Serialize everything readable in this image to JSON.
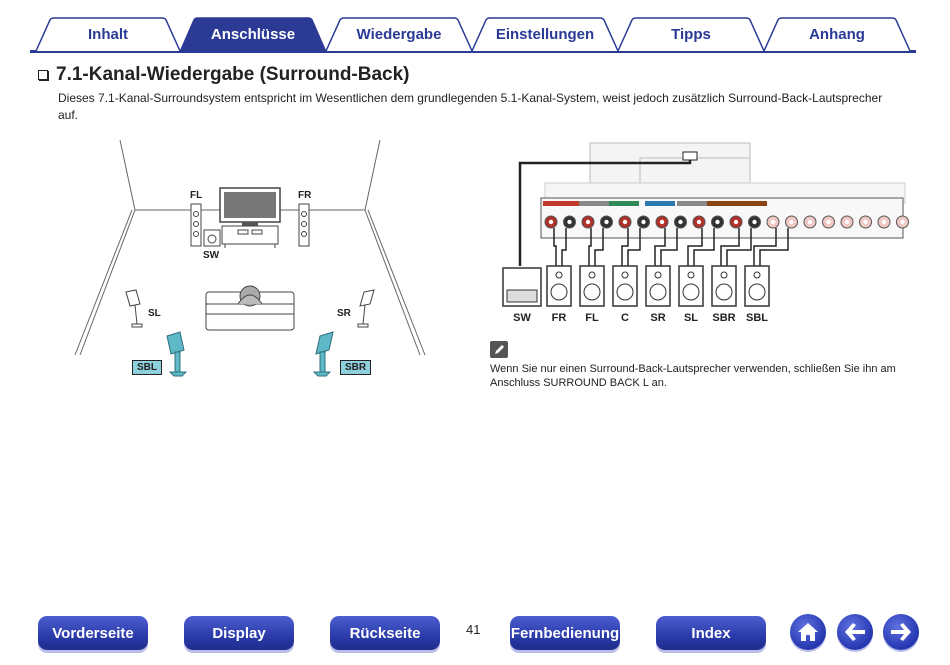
{
  "tabs": [
    {
      "label": "Inhalt",
      "active": false
    },
    {
      "label": "Anschlüsse",
      "active": true
    },
    {
      "label": "Wiedergabe",
      "active": false
    },
    {
      "label": "Einstellungen",
      "active": false
    },
    {
      "label": "Tipps",
      "active": false
    },
    {
      "label": "Anhang",
      "active": false
    }
  ],
  "section": {
    "title": "7.1-Kanal-Wiedergabe (Surround-Back)",
    "intro": "Dieses 7.1-Kanal-Surroundsystem entspricht im Wesentlichen dem grundlegenden 5.1-Kanal-System, weist jedoch zusätzlich Surround-Back-Lautsprecher auf."
  },
  "room": {
    "fl": "FL",
    "fr": "FR",
    "sw": "SW",
    "sl": "SL",
    "sr": "SR",
    "sbl": "SBL",
    "sbr": "SBR"
  },
  "wiring": {
    "labels": [
      "SW",
      "FR",
      "FL",
      "C",
      "SR",
      "SL",
      "SBR",
      "SBL"
    ]
  },
  "note": {
    "text": "Wenn Sie nur einen Surround-Back-Lautsprecher verwenden, schließen Sie ihn am Anschluss SURROUND BACK L an."
  },
  "bottom_nav": {
    "vorderseite": "Vorderseite",
    "display": "Display",
    "rueckseite": "Rückseite",
    "page": "41",
    "fernbedienung": "Fernbedienung",
    "index": "Index"
  },
  "colors": {
    "nav_blue": "#2a3a95",
    "speaker_teal": "#5fb8c8",
    "terminal_red": "#b0302a"
  },
  "icons": [
    "checkbox-icon",
    "pencil-icon",
    "home-icon",
    "back-arrow-icon",
    "forward-arrow-icon"
  ]
}
